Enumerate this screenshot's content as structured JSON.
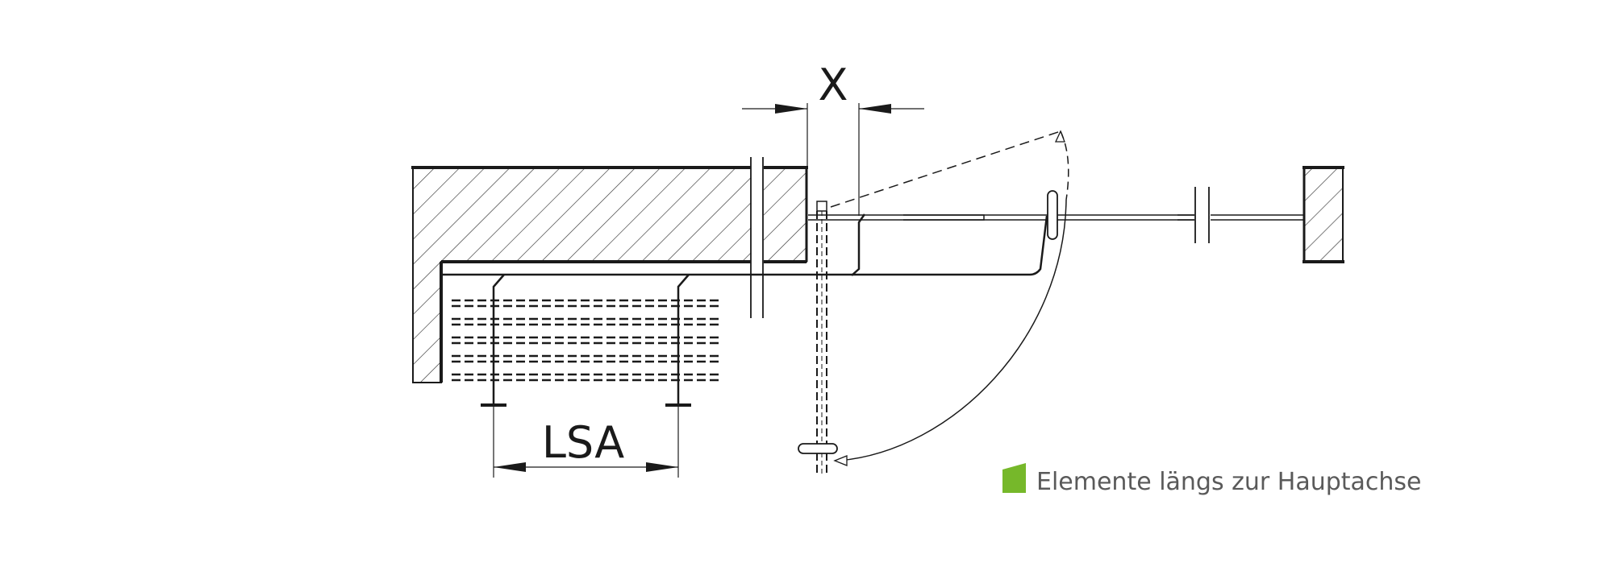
{
  "labels": {
    "dimension_x": "X",
    "dimension_lsa": "LSA"
  },
  "legend": {
    "text": "Elemente längs zur Hauptachse",
    "swatch_color": "#76b82a"
  },
  "colors": {
    "line": "#1a1a1a",
    "hatch": "#333333",
    "legend_text": "#5a5a5a"
  }
}
